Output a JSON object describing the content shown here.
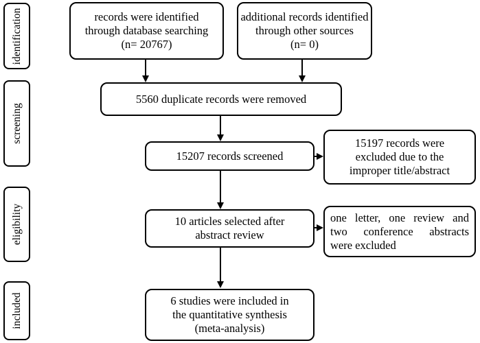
{
  "stages": {
    "identification": "identification",
    "screening": "screening",
    "eligibility": "eligibility",
    "included": "included"
  },
  "boxes": {
    "database": [
      "records were identified",
      "through database searching",
      "(n= 20767)"
    ],
    "other_sources": [
      "additional records identified",
      "through other sources",
      "(n= 0)"
    ],
    "duplicates": [
      "5560 duplicate records were removed"
    ],
    "screened": [
      "15207 records screened"
    ],
    "excluded_title": [
      "15197 records were",
      "excluded due to the",
      "improper title/abstract"
    ],
    "selected": [
      "10 articles selected after",
      "abstract review"
    ],
    "excluded_other": [
      "one letter, one review and",
      "two conference abstracts",
      "were excluded"
    ],
    "included": [
      "6 studies were included in",
      "the quantitative synthesis",
      "(meta-analysis)"
    ]
  }
}
